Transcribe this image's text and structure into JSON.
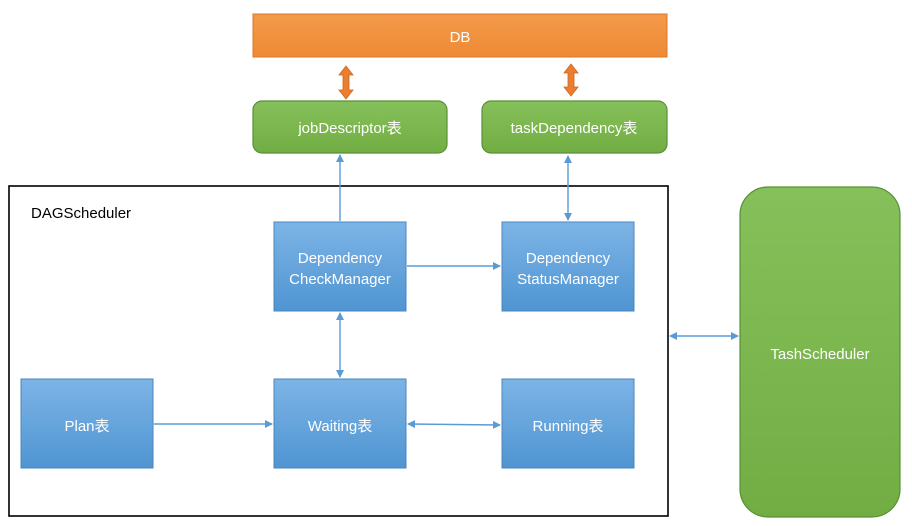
{
  "nodes": {
    "db": {
      "label": "DB"
    },
    "job_descriptor": {
      "label": "jobDescriptor表"
    },
    "task_dependency": {
      "label": "taskDependency表"
    },
    "dag_scheduler": {
      "label": "DAGScheduler"
    },
    "dependency_check_manager": {
      "line1": "Dependency",
      "line2": "CheckManager"
    },
    "dependency_status_manager": {
      "line1": "Dependency",
      "line2": "StatusManager"
    },
    "plan": {
      "label": "Plan表"
    },
    "waiting": {
      "label": "Waiting表"
    },
    "running": {
      "label": "Running表"
    },
    "task_scheduler": {
      "label": "TashScheduler"
    }
  },
  "colors": {
    "orange": "#f0913c",
    "green": "#7ab648",
    "blue": "#5b9bd5",
    "arrow_blue": "#5b9bd5",
    "arrow_orange": "#ed7d31"
  }
}
